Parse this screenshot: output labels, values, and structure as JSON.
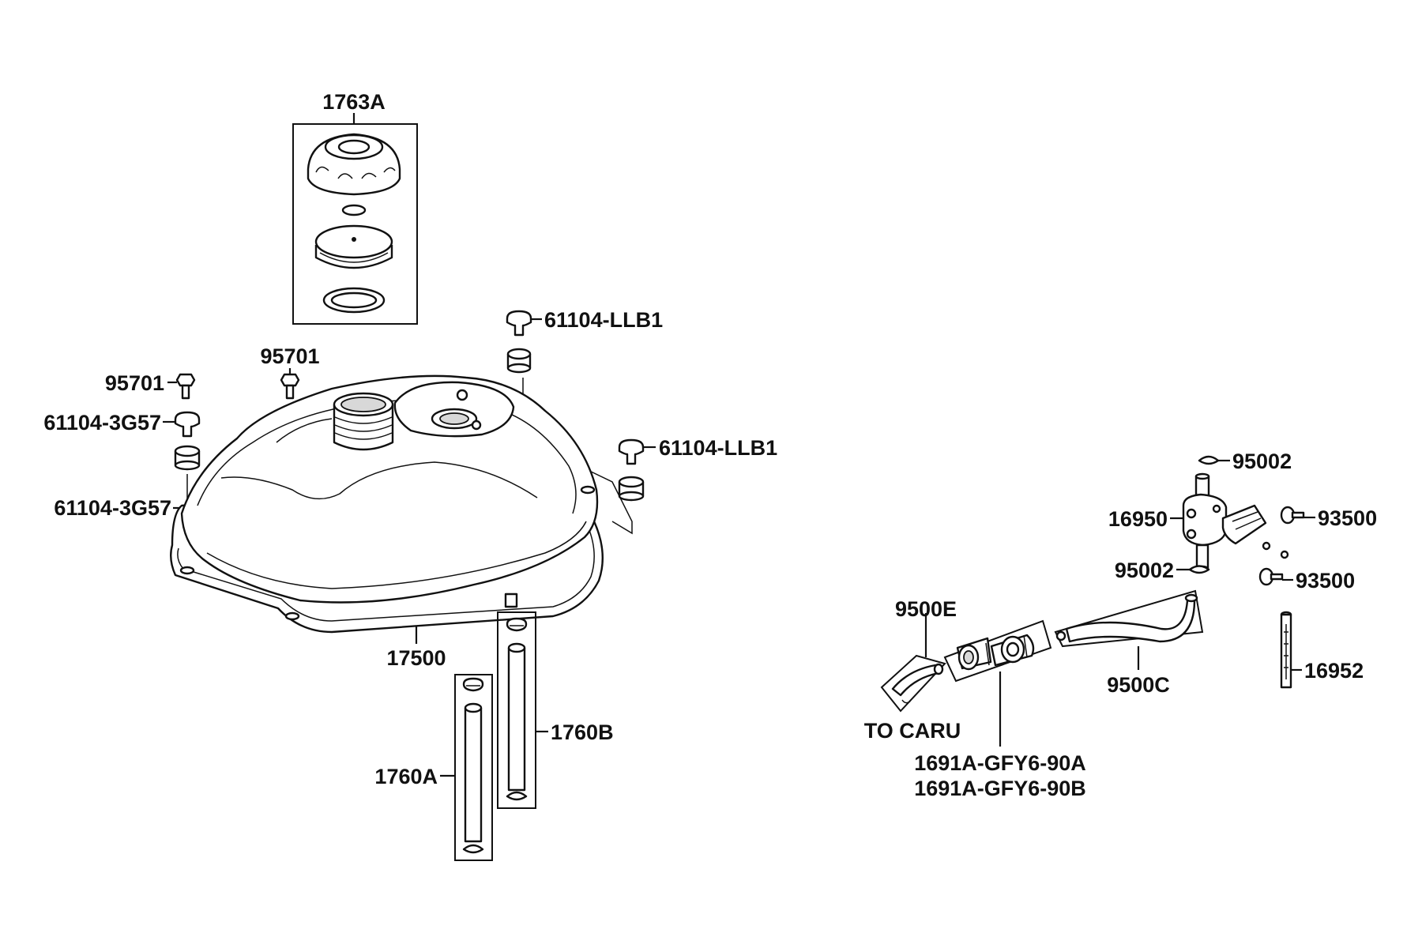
{
  "labels": {
    "cap_set": "1763A",
    "grommet_top": "61104-LLB1",
    "grommet_right": "61104-LLB1",
    "bolt_left": "95701",
    "bolt_mid": "95701",
    "grommet_left_a": "61104-3G57",
    "grommet_left_b": "61104-3G57",
    "fuel_tank": "17500",
    "drain_tube_b": "1760B",
    "drain_tube_a": "1760A",
    "clip_top": "95002",
    "fuel_cock": "16950",
    "screw_a": "93500",
    "clip_bottom": "95002",
    "screw_b": "93500",
    "hose_e": "9500E",
    "hose_c": "9500C",
    "strainer": "16952",
    "to_carb": "TO CARU",
    "filter_a": "1691A-GFY6-90A",
    "filter_b": "1691A-GFY6-90B"
  }
}
